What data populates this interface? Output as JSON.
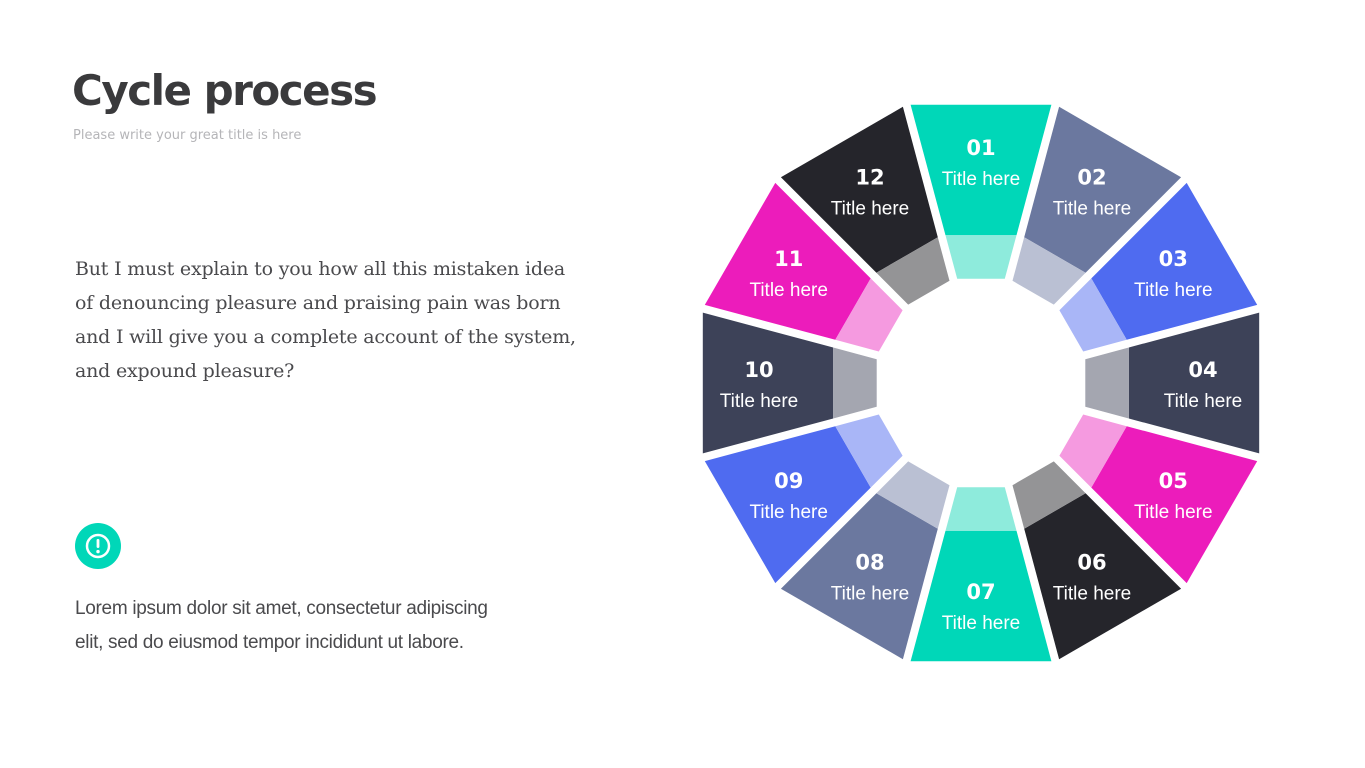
{
  "header": {
    "title": "Cycle process",
    "subtitle": "Please write your great title is here"
  },
  "body_text": "But I must explain to you how all this mistaken idea of denouncing pleasure and praising pain was born and I will give you a complete account of the system, and expound pleasure?",
  "note": {
    "icon": "exclamation-circle-icon",
    "text": "Lorem ipsum dolor sit amet, consectetur adipiscing elit, sed do eiusmod tempor incididunt ut labore."
  },
  "cycle": {
    "segments": [
      {
        "number": "01",
        "title": "Title here",
        "color": "#00d7b8",
        "inner_color": "#8eebdc"
      },
      {
        "number": "02",
        "title": "Title here",
        "color": "#6b789f",
        "inner_color": "#bac0d3"
      },
      {
        "number": "03",
        "title": "Title here",
        "color": "#4f6bf0",
        "inner_color": "#a9b6f7"
      },
      {
        "number": "04",
        "title": "Title here",
        "color": "#3d4258",
        "inner_color": "#a4a6b0"
      },
      {
        "number": "05",
        "title": "Title here",
        "color": "#ec1cbb",
        "inner_color": "#f59ae0"
      },
      {
        "number": "06",
        "title": "Title here",
        "color": "#25252b",
        "inner_color": "#949496"
      },
      {
        "number": "07",
        "title": "Title here",
        "color": "#00d7b8",
        "inner_color": "#8eebdc"
      },
      {
        "number": "08",
        "title": "Title here",
        "color": "#6b789f",
        "inner_color": "#bac0d3"
      },
      {
        "number": "09",
        "title": "Title here",
        "color": "#4f6bf0",
        "inner_color": "#a9b6f7"
      },
      {
        "number": "10",
        "title": "Title here",
        "color": "#3d4258",
        "inner_color": "#a4a6b0"
      },
      {
        "number": "11",
        "title": "Title here",
        "color": "#ec1cbb",
        "inner_color": "#f59ae0"
      },
      {
        "number": "12",
        "title": "Title here",
        "color": "#25252b",
        "inner_color": "#949496"
      }
    ]
  }
}
